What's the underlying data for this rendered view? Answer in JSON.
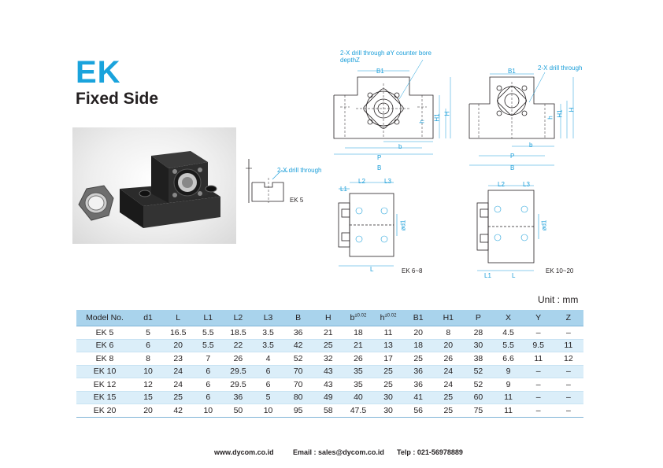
{
  "header": {
    "title": "EK",
    "subtitle": "Fixed Side"
  },
  "drawings": {
    "callout_counterbore": "2-X drill through øY counter bore depthZ",
    "callout_drill_right": "2-X drill through",
    "callout_drill_ek5": "2-X drill through",
    "variant_ek5": "EK 5",
    "variant_ek6_8": "EK 6~8",
    "variant_ek10_20": "EK 10~20",
    "dims": {
      "B1": "B1",
      "b": "b",
      "P": "P",
      "B": "B",
      "h": "h",
      "H1": "H1",
      "H": "H",
      "L1": "L1",
      "L2": "L2",
      "L3": "L3",
      "L": "L",
      "d1": "ød1"
    }
  },
  "table": {
    "unit": "Unit : mm",
    "headers": [
      "Model No.",
      "d1",
      "L",
      "L1",
      "L2",
      "L3",
      "B",
      "H",
      "b",
      "h",
      "B1",
      "H1",
      "P",
      "X",
      "Y",
      "Z"
    ],
    "tolerance_b": "±0.02",
    "tolerance_h": "±0.02",
    "rows": [
      [
        "EK  5",
        "5",
        "16.5",
        "5.5",
        "18.5",
        "3.5",
        "36",
        "21",
        "18",
        "11",
        "20",
        "8",
        "28",
        "4.5",
        "–",
        "–"
      ],
      [
        "EK  6",
        "6",
        "20",
        "5.5",
        "22",
        "3.5",
        "42",
        "25",
        "21",
        "13",
        "18",
        "20",
        "30",
        "5.5",
        "9.5",
        "11"
      ],
      [
        "EK  8",
        "8",
        "23",
        "7",
        "26",
        "4",
        "52",
        "32",
        "26",
        "17",
        "25",
        "26",
        "38",
        "6.6",
        "11",
        "12"
      ],
      [
        "EK 10",
        "10",
        "24",
        "6",
        "29.5",
        "6",
        "70",
        "43",
        "35",
        "25",
        "36",
        "24",
        "52",
        "9",
        "–",
        "–"
      ],
      [
        "EK 12",
        "12",
        "24",
        "6",
        "29.5",
        "6",
        "70",
        "43",
        "35",
        "25",
        "36",
        "24",
        "52",
        "9",
        "–",
        "–"
      ],
      [
        "EK 15",
        "15",
        "25",
        "6",
        "36",
        "5",
        "80",
        "49",
        "40",
        "30",
        "41",
        "25",
        "60",
        "11",
        "–",
        "–"
      ],
      [
        "EK 20",
        "20",
        "42",
        "10",
        "50",
        "10",
        "95",
        "58",
        "47.5",
        "30",
        "56",
        "25",
        "75",
        "11",
        "–",
        "–"
      ]
    ]
  },
  "footer": {
    "website": "www.dycom.co.id",
    "email": "Email : sales@dycom.co.id",
    "phone": "Telp : 021-56978889"
  }
}
